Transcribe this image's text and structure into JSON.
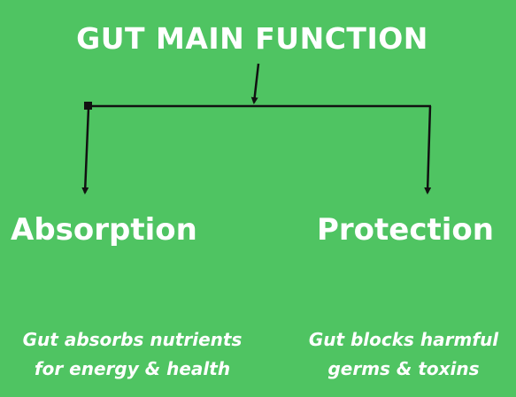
{
  "diagram": {
    "title": "GUT MAIN FUNCTION",
    "colors": {
      "background": "#4fc462",
      "text": "#ffffff",
      "connector": "#111111"
    },
    "branches": [
      {
        "heading": "Absorption",
        "description_lines": [
          "Gut absorbs nutrients",
          "for energy & health"
        ]
      },
      {
        "heading": "Protection",
        "description_lines": [
          "Gut blocks harmful",
          "germs & toxins"
        ]
      }
    ]
  }
}
